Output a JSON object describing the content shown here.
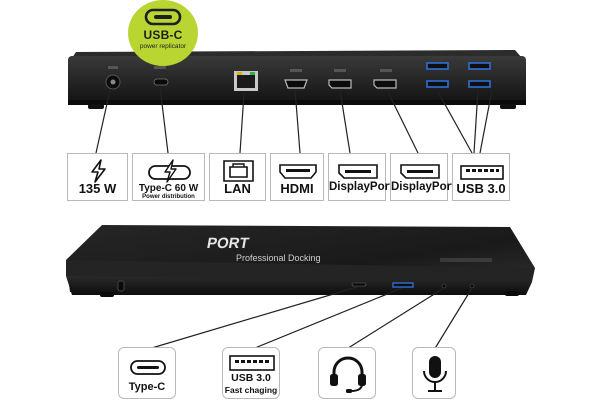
{
  "badge": {
    "title": "USB-C",
    "subtitle": "power replicator",
    "plug_icon": "usb-c-plug-icon",
    "color": "#b9d532"
  },
  "dock": {
    "brand": "PORT",
    "model_text": "Professional Docking",
    "body_color": "#1c1c1c"
  },
  "rear_ports": [
    {
      "id": "power",
      "label": "135 W",
      "sub": "",
      "icon": "lightning-icon"
    },
    {
      "id": "typec-pd",
      "label": "Type-C 60 W",
      "sub": "Power distribution",
      "icon": "usb-c-lightning-icon"
    },
    {
      "id": "lan",
      "label": "LAN",
      "sub": "",
      "icon": "ethernet-port-icon"
    },
    {
      "id": "hdmi",
      "label": "HDMI",
      "sub": "",
      "icon": "hdmi-port-icon"
    },
    {
      "id": "dp1",
      "label": "DisplayPort",
      "sub": "",
      "icon": "displayport-icon"
    },
    {
      "id": "dp2",
      "label": "DisplayPort",
      "sub": "",
      "icon": "displayport-icon"
    },
    {
      "id": "usb30",
      "label": "USB 3.0",
      "sub": "",
      "icon": "usb-a-port-icon"
    }
  ],
  "front_ports": [
    {
      "id": "front-typec",
      "label": "Type-C",
      "sub": "",
      "icon": "usb-c-port-icon"
    },
    {
      "id": "front-usb-fast",
      "label": "USB 3.0",
      "sub": "Fast chaging",
      "icon": "usb-a-port-icon"
    },
    {
      "id": "headset",
      "label": "",
      "sub": "",
      "icon": "headset-icon"
    },
    {
      "id": "mic",
      "label": "",
      "sub": "",
      "icon": "microphone-icon"
    }
  ]
}
